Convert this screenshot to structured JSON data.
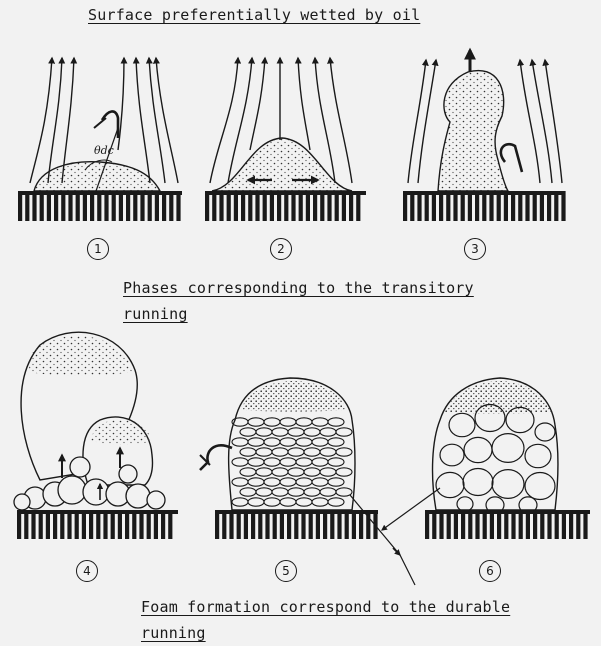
{
  "captions": {
    "top": "Surface preferentially wetted by oil",
    "middle_line1": "Phases corresponding to the transitory",
    "middle_line2": "running",
    "bottom_line1": "Foam formation correspond to the durable",
    "bottom_line2": "running"
  },
  "angle_label": "θdc",
  "panels": [
    {
      "id": "1"
    },
    {
      "id": "2"
    },
    {
      "id": "3"
    },
    {
      "id": "4"
    },
    {
      "id": "5"
    },
    {
      "id": "6"
    }
  ],
  "colors": {
    "ink": "#1a1a1a",
    "paper": "#f2f2f2"
  }
}
